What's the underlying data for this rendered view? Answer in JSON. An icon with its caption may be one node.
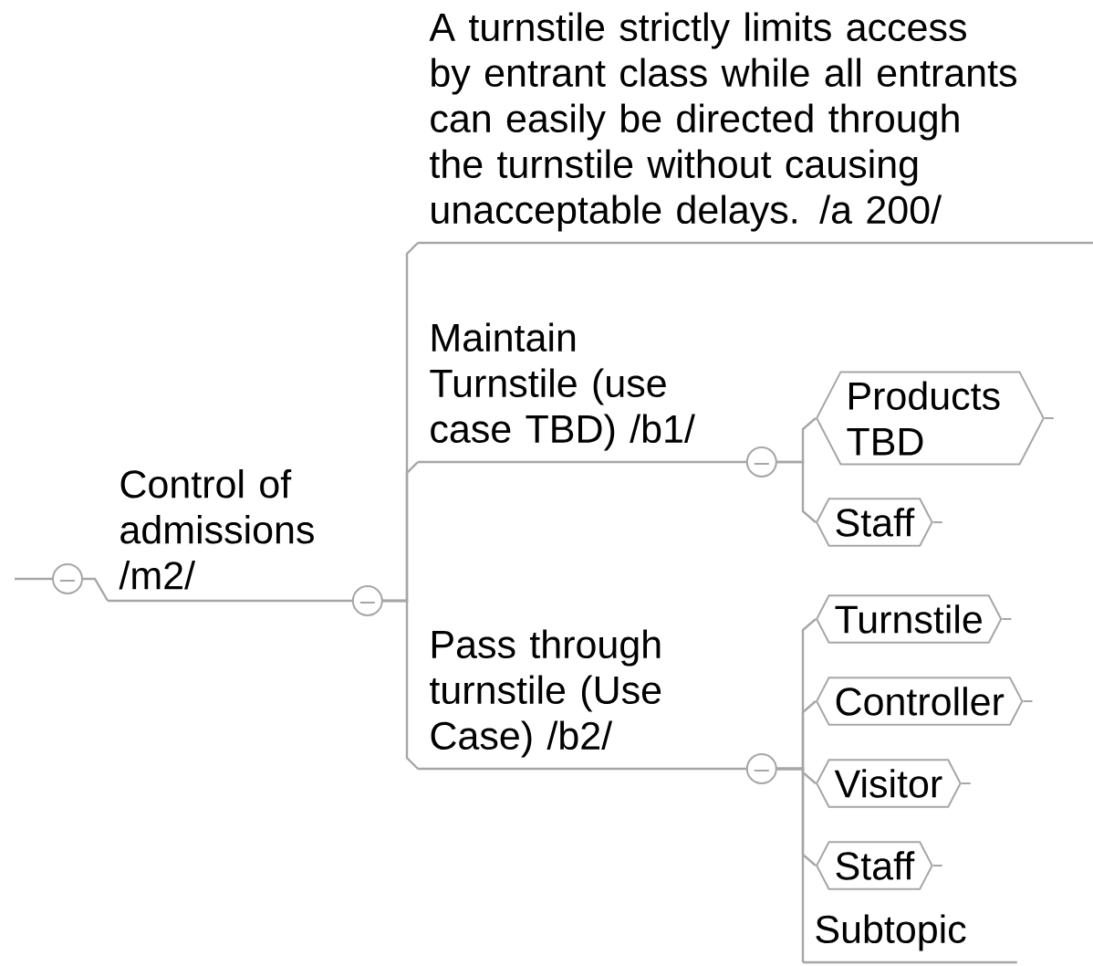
{
  "diagram": {
    "nodes": [
      {
        "text": [
          "Control of admissions /m2/"
        ]
      },
      {
        "text": [
          "A turnstile strictly limits access by entrant class while all entrants can easily be directed through the turnstile without causing unacceptable delays.  /a 200/"
        ]
      },
      {
        "text": [
          "Maintain Turnstile (use case TBD) /b1/"
        ]
      },
      {
        "text": [
          "Products TBD"
        ]
      },
      {
        "text": [
          "Staff"
        ]
      },
      {
        "text": [
          "Pass through turnstile (Use Case) /b2/"
        ]
      },
      {
        "text": [
          "Turnstile"
        ]
      },
      {
        "text": [
          "Controller"
        ]
      },
      {
        "text": [
          "Visitor"
        ]
      },
      {
        "text": [
          "Staff"
        ]
      },
      {
        "text": [
          "Subtopic"
        ]
      }
    ],
    "edges": [
      {
        "from": null,
        "to": 0,
        "arrow": "none"
      },
      {
        "from": 0,
        "to": 1,
        "arrow": "none"
      },
      {
        "from": 0,
        "to": 2,
        "arrow": "none"
      },
      {
        "from": 0,
        "to": 5,
        "arrow": "none"
      },
      {
        "from": 2,
        "to": 3,
        "arrow": "none"
      },
      {
        "from": 2,
        "to": 4,
        "arrow": "none"
      },
      {
        "from": 5,
        "to": 6,
        "arrow": "none"
      },
      {
        "from": 5,
        "to": 7,
        "arrow": "none"
      },
      {
        "from": 5,
        "to": 8,
        "arrow": "none"
      },
      {
        "from": 5,
        "to": 9,
        "arrow": "none"
      },
      {
        "from": 5,
        "to": 10,
        "arrow": "none"
      }
    ]
  }
}
